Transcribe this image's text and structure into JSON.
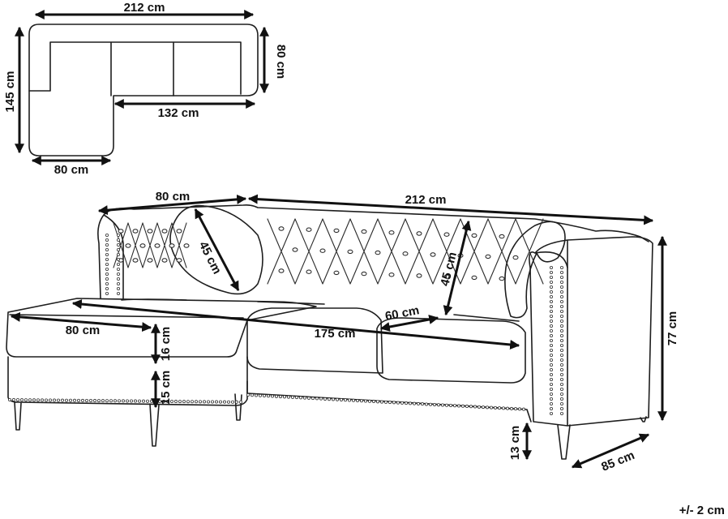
{
  "plan_view": {
    "width_total": "212 cm",
    "depth_back": "80 cm",
    "depth_total": "145 cm",
    "seat_width": "132 cm",
    "chaise_width": "80 cm"
  },
  "perspective_view": {
    "chaise_depth_top": "80 cm",
    "width_total": "212 cm",
    "backrest_height": "45 cm",
    "cushion_height_left": "45 cm",
    "seat_depth": "60 cm",
    "seat_width": "175 cm",
    "chaise_width": "80 cm",
    "cushion_thickness": "16 cm",
    "base_height": "15 cm",
    "total_height": "77 cm",
    "leg_height": "13 cm",
    "total_depth": "85 cm"
  },
  "tolerance": "+/- 2 cm",
  "colors": {
    "line": "#1e1e1e",
    "background": "#ffffff"
  }
}
